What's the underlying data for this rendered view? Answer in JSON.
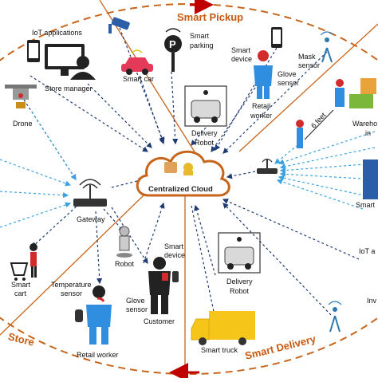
{
  "sections": {
    "smart_pickup": "Smart Pickup",
    "smart_delivery": "Smart Delivery",
    "smart_store": "Store"
  },
  "center": {
    "label": "Centralized Cloud"
  },
  "labels": {
    "iot_applications": "IoT applications",
    "store_manager": "Store manager",
    "drone": "Drone",
    "smart_car": "Smart  car",
    "smart_parking_1": "Smart",
    "smart_parking_2": "parking",
    "smart_device_top_1": "Smart",
    "smart_device_top_2": "device",
    "mask_sensor_1": "Mask",
    "mask_sensor_2": "sensor",
    "glove_sensor_top_1": "Glove",
    "glove_sensor_top_2": "sensor",
    "retail_worker_top_1": "Retail",
    "retail_worker_top_2": "worker",
    "delivery_robot_top_1": "Delivery",
    "delivery_robot_top_2": "Robot",
    "six_feet": "6 feet",
    "warehouse_1": "Wareho",
    "warehouse_2": "in",
    "smart_right": "Smart",
    "gateway": "Gateway",
    "robot": "Robot",
    "smart_cart_1": "Smart",
    "smart_cart_2": "cart",
    "temperature_sensor_1": "Temperature",
    "temperature_sensor_2": "sensor",
    "smart_device_bottom_1": "Smart",
    "smart_device_bottom_2": "device",
    "glove_sensor_bottom_1": "Glove",
    "glove_sensor_bottom_2": "sensor",
    "customer": "Customer",
    "retail_worker_bottom": "Retail worker",
    "delivery_robot_bottom_1": "Delivery",
    "delivery_robot_bottom_2": "Robot",
    "iot_a": "IoT a",
    "inv": "Inv",
    "smart_truck": "Smart truck"
  },
  "colors": {
    "accent": "#c85a10",
    "divider": "#c8651b",
    "arrow_dark": "#1f3b73",
    "arrow_light": "#3aa3e0",
    "cloud_fill": "#ffffff",
    "cloud_stroke": "#c8651b",
    "worker_blue": "#2f8ee0",
    "mask_red": "#d22b2b",
    "truck_yellow": "#f6c51a"
  },
  "icons": [
    "monitor-icon",
    "manager-icon",
    "drone-icon",
    "car-icon",
    "parking-icon",
    "phone-icon",
    "worker-icon",
    "robot-icon",
    "antenna-icon",
    "router-icon",
    "cart-icon",
    "truck-icon",
    "warehouse-icon",
    "camera-icon",
    "cloud-icon"
  ]
}
